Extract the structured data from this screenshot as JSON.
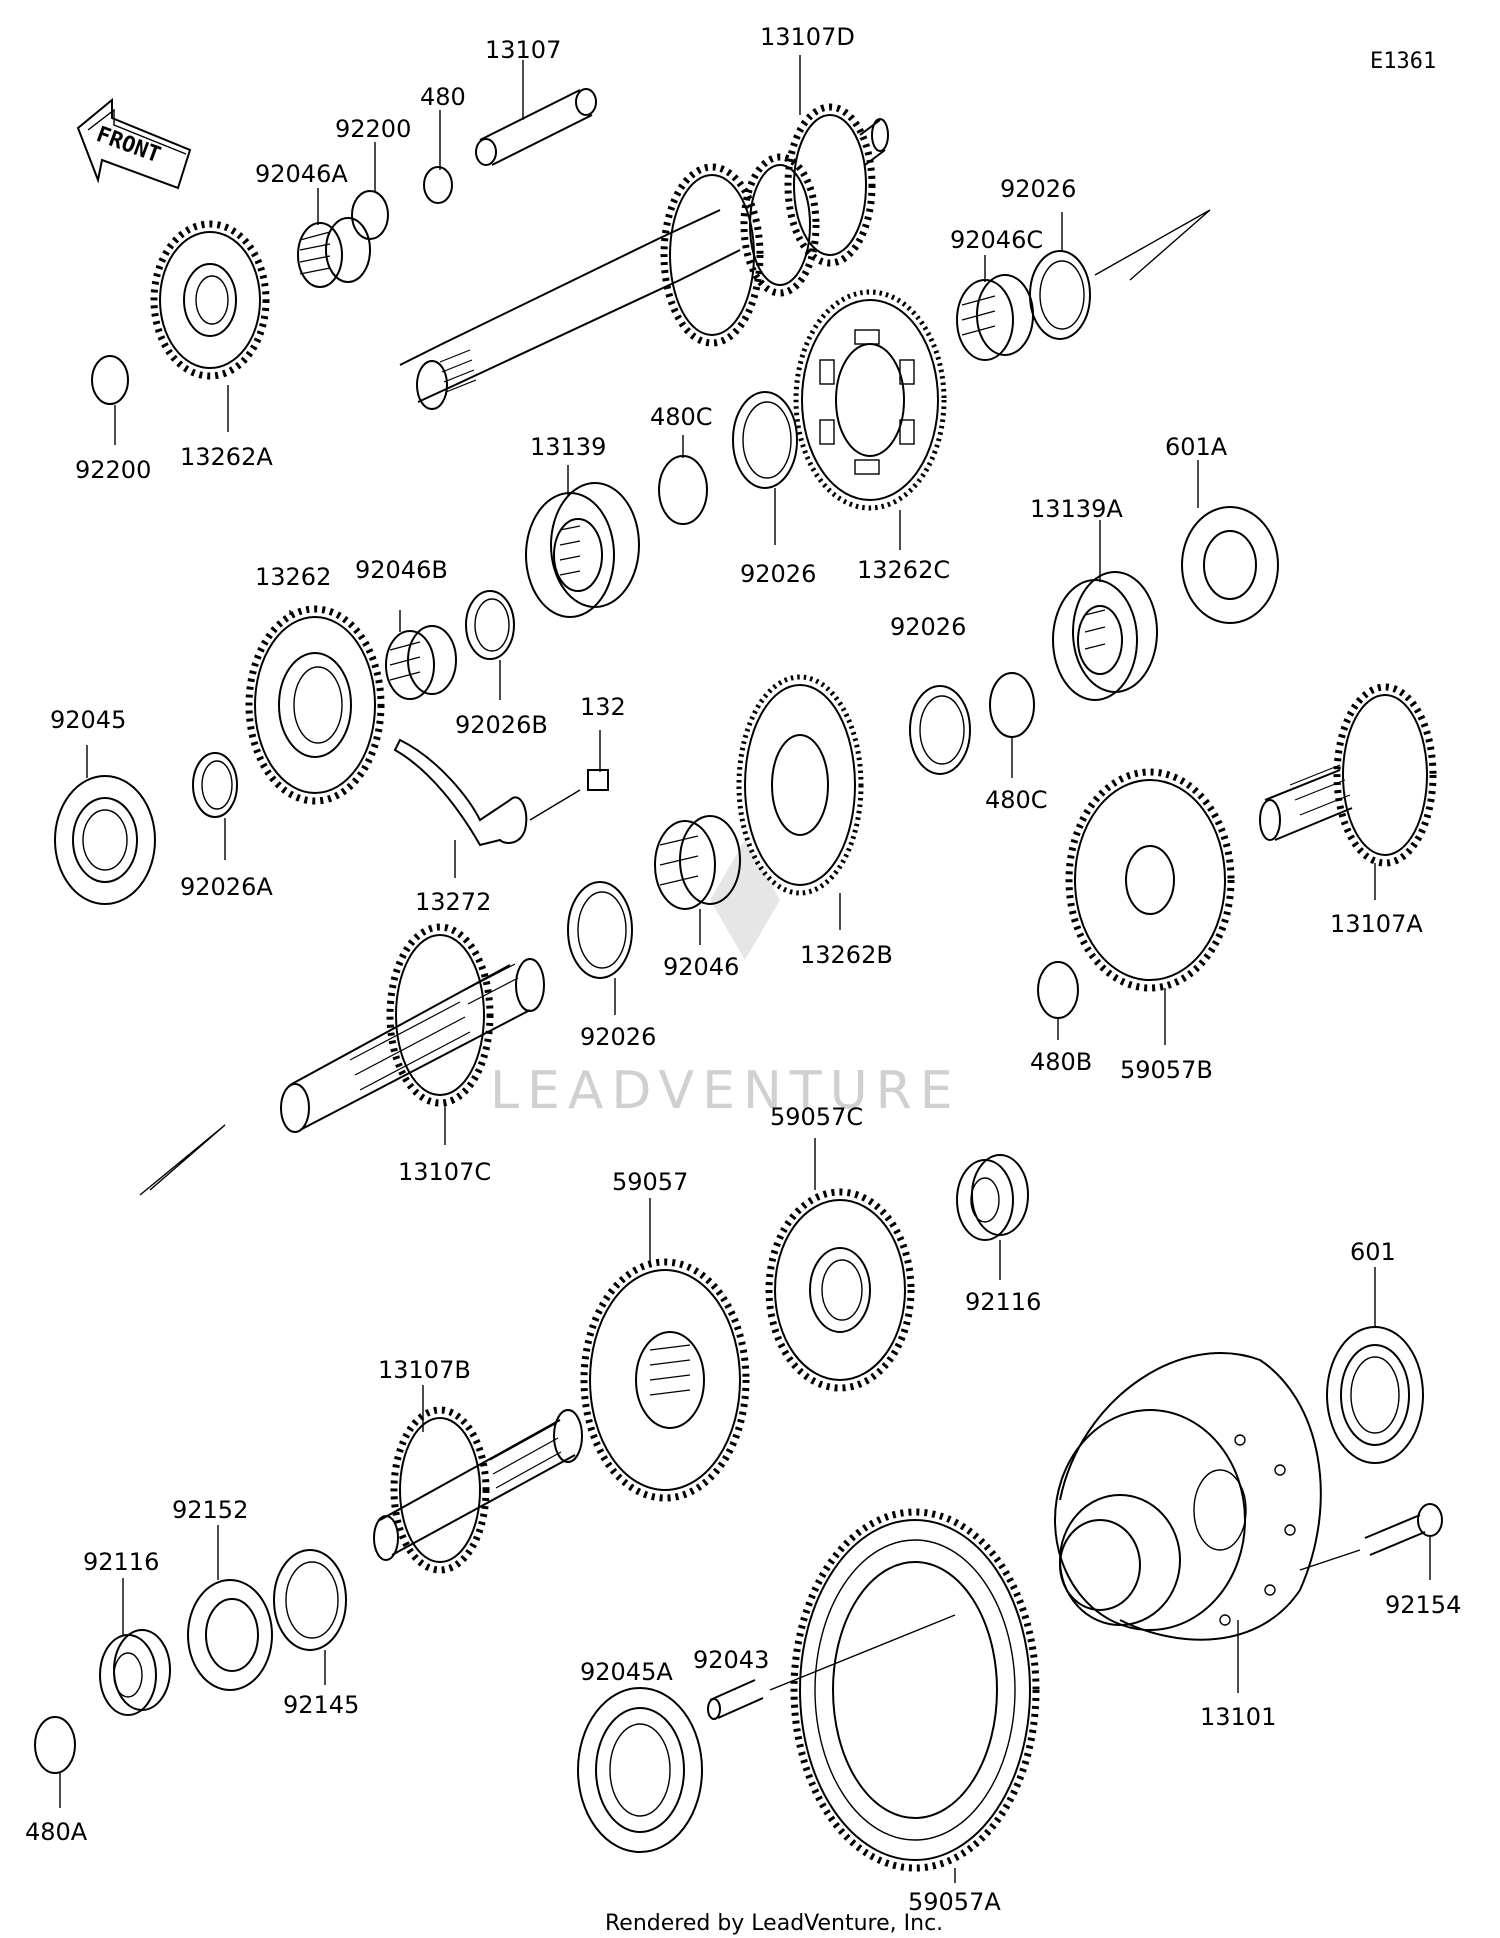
{
  "diagram_ref": "E1361",
  "front_label": "FRONT",
  "watermark": "LEADVENTURE",
  "footer": "Rendered by LeadVenture, Inc.",
  "parts": [
    "13107",
    "13107D",
    "480",
    "92200",
    "92046A",
    "92026",
    "92046C",
    "13262A",
    "92200",
    "480C",
    "13139",
    "92026",
    "13262C",
    "601A",
    "13139A",
    "13262",
    "92046B",
    "92026B",
    "92026",
    "92045",
    "132",
    "92026A",
    "480C",
    "13272",
    "13107A",
    "92046",
    "13262B",
    "92026",
    "480B",
    "59057B",
    "13107C",
    "59057C",
    "59057",
    "92116",
    "601",
    "13107B",
    "92152",
    "92116",
    "92145",
    "92154",
    "92045A",
    "92043",
    "13101",
    "480A",
    "59057A"
  ]
}
